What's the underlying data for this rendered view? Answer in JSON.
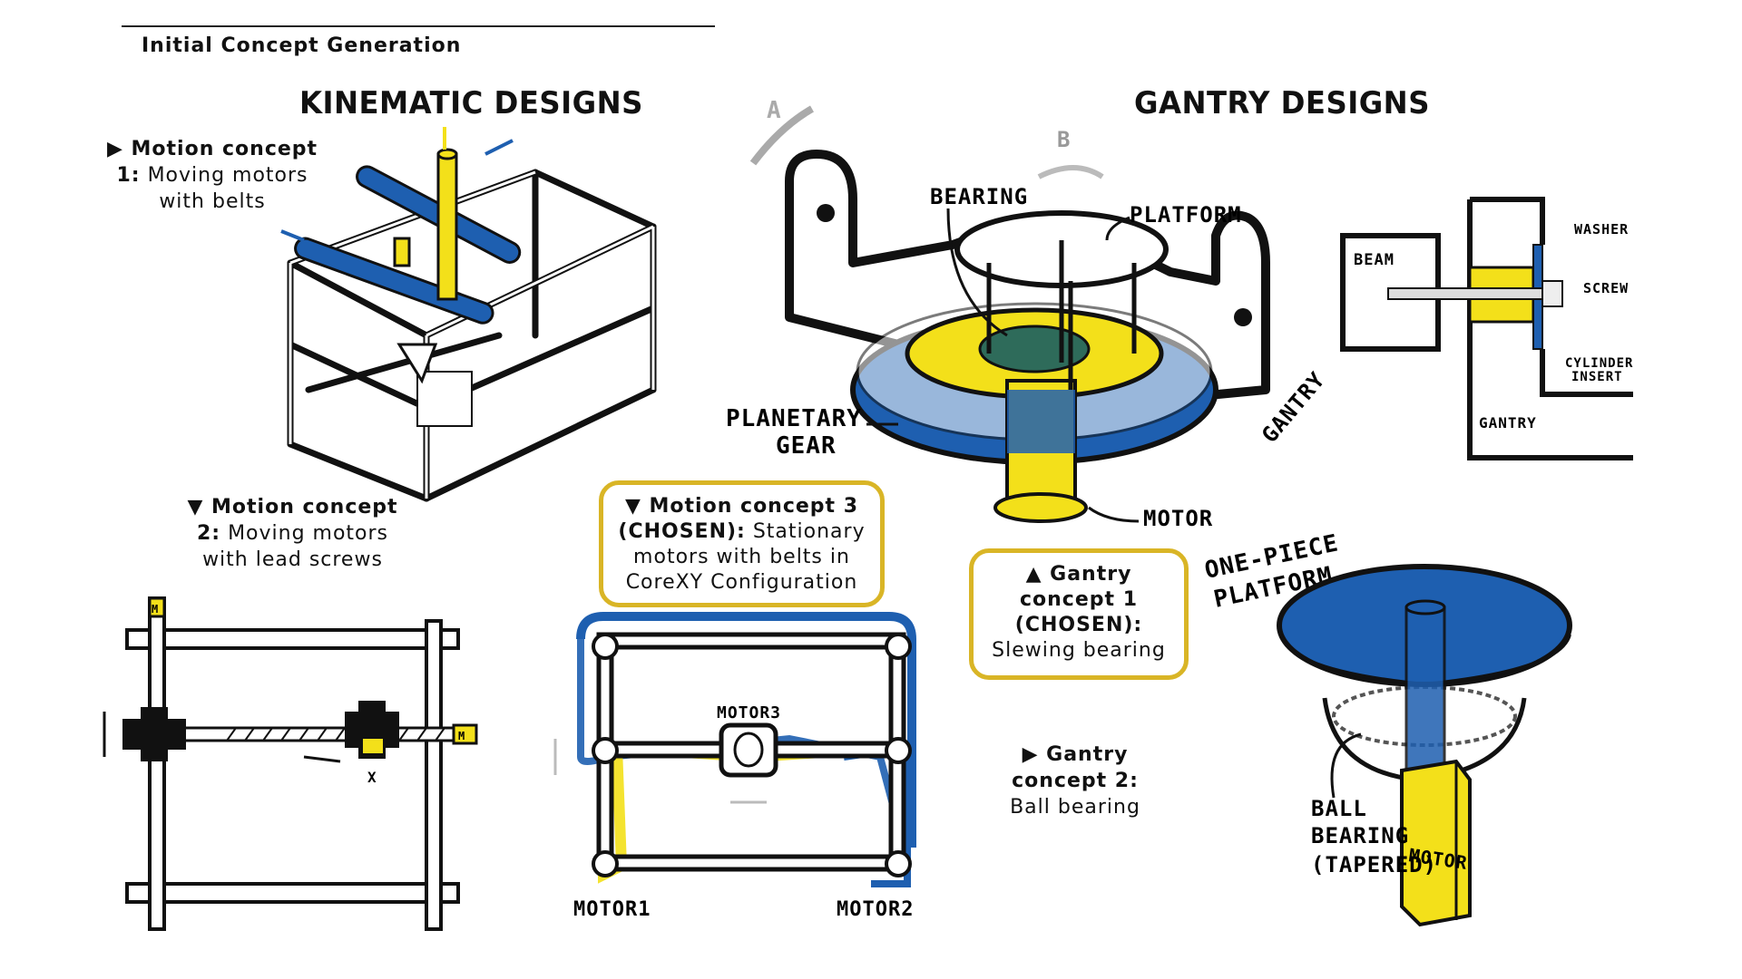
{
  "page": {
    "subtitle": "Initial Concept Generation",
    "kinematic_heading": "KINEMATIC DESIGNS",
    "gantry_heading": "GANTRY DESIGNS"
  },
  "captions": {
    "motion1_title": "▶ Motion concept",
    "motion1_num": "1:",
    "motion1_text_a": "Moving motors",
    "motion1_text_b": "with belts",
    "motion2_title": "▼ Motion concept",
    "motion2_num": "2:",
    "motion2_text_a": "Moving motors",
    "motion2_text_b": "with lead screws",
    "motion3_title": "▼ Motion concept 3",
    "motion3_chosen": "(CHOSEN):",
    "motion3_text_a": "Stationary",
    "motion3_text_b": "motors with belts in",
    "motion3_text_c": "CoreXY Configuration",
    "gantry1_title": "▲ Gantry",
    "gantry1_title_b": "concept 1",
    "gantry1_chosen": "(CHOSEN):",
    "gantry1_text": "Slewing bearing",
    "gantry2_title": "▶ Gantry",
    "gantry2_title_b": "concept 2:",
    "gantry2_text": "Ball bearing"
  },
  "sketch_labels": {
    "axis_a": "A",
    "axis_b": "B",
    "bearing": "BEARING",
    "platform": "PLATFORM",
    "planetary_gear_a": "PLANETARY",
    "planetary_gear_b": "GEAR",
    "gantry": "GANTRY",
    "motor": "MOTOR",
    "beam": "BEAM",
    "washer": "WASHER",
    "screw": "SCREW",
    "cylinder_insert_a": "CYLINDER",
    "cylinder_insert_b": "INSERT",
    "gantry_detail": "GANTRY",
    "motor1": "MOTOR1",
    "motor2": "MOTOR2",
    "motor3": "MOTOR3",
    "m_tag": "M",
    "x_mark": "X",
    "one_piece_a": "ONE-PIECE",
    "one_piece_b": "PLATFORM",
    "ball_a": "BALL",
    "ball_b": "BEARING",
    "ball_c": "(TAPERED)",
    "motor_box": "MOTOR"
  },
  "colors": {
    "belt_blue": "#1e5fb0",
    "marker_yellow": "#f3e01a",
    "chosen_border": "#d9b526",
    "ink": "#111111"
  }
}
